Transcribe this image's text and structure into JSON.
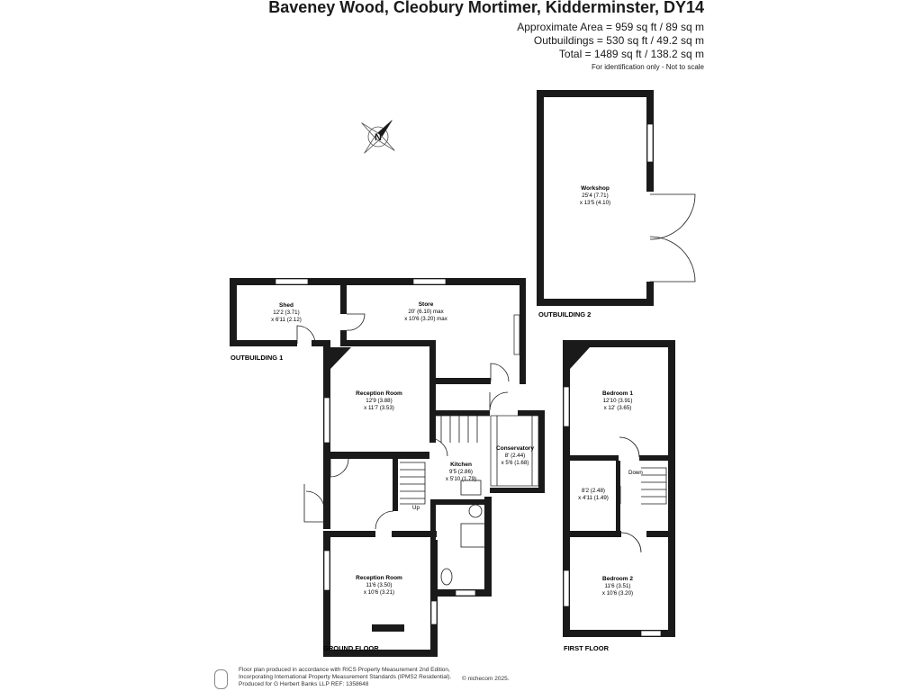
{
  "header": {
    "title": "Baveney Wood, Cleobury Mortimer, Kidderminster, DY14",
    "approx_area": "Approximate Area = 959 sq ft / 89 sq m",
    "outbuildings_area": "Outbuildings = 530 sq ft / 49.2 sq m",
    "total_area": "Total = 1489 sq ft / 138.2 sq m",
    "scale_note": "For identification only - Not to scale"
  },
  "compass": {
    "label": "N"
  },
  "rooms": {
    "workshop": {
      "name": "Workshop",
      "dim1": "25'4 (7.71)",
      "dim2": "x 13'5 (4.10)"
    },
    "shed": {
      "name": "Shed",
      "dim1": "12'2 (3.71)",
      "dim2": "x 6'11 (2.12)"
    },
    "store": {
      "name": "Store",
      "dim1": "20' (6.10) max",
      "dim2": "x 10'6 (3.20) max"
    },
    "reception1": {
      "name": "Reception Room",
      "dim1": "12'9 (3.88)",
      "dim2": "x 11'7 (3.53)"
    },
    "kitchen": {
      "name": "Kitchen",
      "dim1": "9'5 (2.86)",
      "dim2": "x 5'10 (1.79)"
    },
    "conservatory": {
      "name": "Conservatory",
      "dim1": "8' (2.44)",
      "dim2": "x 5'6 (1.68)"
    },
    "reception2": {
      "name": "Reception Room",
      "dim1": "11'6 (3.50)",
      "dim2": "x 10'6 (3.21)"
    },
    "bedroom1": {
      "name": "Bedroom 1",
      "dim1": "12'10 (3.91)",
      "dim2": "x 12' (3.65)"
    },
    "bedroom2": {
      "name": "Bedroom 2",
      "dim1": "11'6 (3.51)",
      "dim2": "x 10'6 (3.20)"
    },
    "small_room": {
      "dim1": "8'2 (2.48)",
      "dim2": "x 4'11 (1.49)"
    }
  },
  "labels": {
    "up": "Up",
    "down": "Down"
  },
  "floors": {
    "outbuilding1": "OUTBUILDING 1",
    "outbuilding2": "OUTBUILDING 2",
    "ground": "GROUND FLOOR",
    "first": "FIRST FLOOR"
  },
  "footer": {
    "line1": "Floor plan produced in accordance with RICS Property Measurement 2nd Edition,",
    "line2": "Incorporating International Property Measurement Standards (IPMS2 Residential).",
    "line3": "Produced for G Herbert Banks LLP     REF:  1358648",
    "copyright": "© nichecom 2025."
  }
}
